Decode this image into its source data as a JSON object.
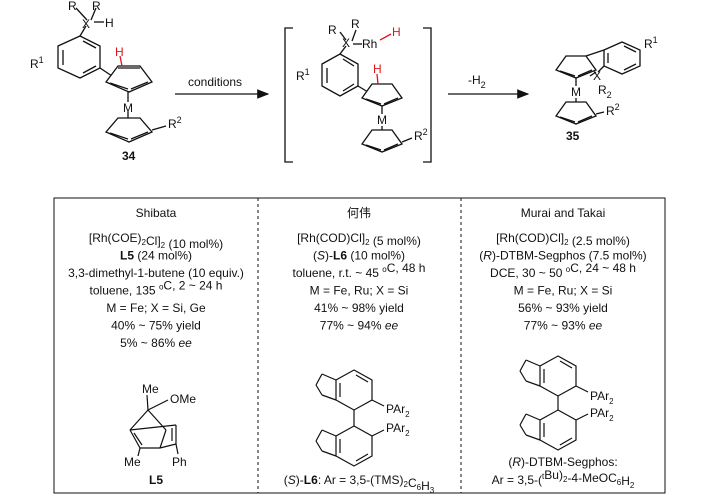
{
  "scheme": {
    "arrow_label": "conditions",
    "elim_label_prefix": "-H",
    "elim_label_sub": "2",
    "compound_start": "34",
    "compound_product": "35",
    "labels": {
      "R": "R",
      "X": "X",
      "H": "H",
      "R1": "R",
      "R1_sup": "1",
      "R2": "R",
      "R2_sup": "2",
      "M": "M",
      "Rh": "Rh",
      "R2_prod": "R",
      "R2_prod_sub": "2"
    }
  },
  "table": {
    "columns": [
      {
        "heading": "Shibata",
        "lines": [
          {
            "parts": [
              {
                "t": "[Rh(COE)"
              },
              {
                "t": "2",
                "sub": true
              },
              {
                "t": "Cl]"
              },
              {
                "t": "2",
                "sub": true
              },
              {
                "t": " (10 mol%)"
              }
            ]
          },
          {
            "parts": [
              {
                "t": "L5",
                "bold": true
              },
              {
                "t": " (24 mol%)"
              }
            ]
          },
          {
            "parts": [
              {
                "t": "3,3-dimethyl-1-butene (10 equiv.)"
              }
            ]
          },
          {
            "parts": [
              {
                "t": "toluene, 135 "
              },
              {
                "t": "o",
                "sup": true
              },
              {
                "t": "C, 2 ~ 24 h"
              }
            ]
          },
          {
            "parts": [
              {
                "t": "M = Fe; X = Si, Ge"
              }
            ]
          },
          {
            "parts": [
              {
                "t": "40% ~ 75% yield"
              }
            ]
          },
          {
            "parts": [
              {
                "t": "5% ~ 86% "
              },
              {
                "t": "ee",
                "ital": true
              }
            ]
          }
        ],
        "ligand_caption": [
          {
            "t": "L5",
            "bold": true
          }
        ],
        "ligand_labels": {
          "OMe": "OMe",
          "Me_top": "Me",
          "Me_bot": "Me",
          "Ph": "Ph"
        }
      },
      {
        "heading": "何伟",
        "lines": [
          {
            "parts": [
              {
                "t": "[Rh(COD)Cl]"
              },
              {
                "t": "2",
                "sub": true
              },
              {
                "t": " (5 mol%)"
              }
            ]
          },
          {
            "parts": [
              {
                "t": "("
              },
              {
                "t": "S",
                "ital": true
              },
              {
                "t": ")-"
              },
              {
                "t": "L6",
                "bold": true
              },
              {
                "t": " (10 mol%)"
              }
            ]
          },
          {
            "parts": [
              {
                "t": "toluene, r.t. ~ 45 "
              },
              {
                "t": "o",
                "sup": true
              },
              {
                "t": "C, 48 h"
              }
            ]
          },
          {
            "parts": [
              {
                "t": "M = Fe, Ru; X = Si"
              }
            ]
          },
          {
            "parts": [
              {
                "t": "41% ~ 98% yield"
              }
            ]
          },
          {
            "parts": [
              {
                "t": "77% ~ 94% "
              },
              {
                "t": "ee",
                "ital": true
              }
            ]
          }
        ],
        "ligand_caption": [
          {
            "t": "("
          },
          {
            "t": "S",
            "ital": true
          },
          {
            "t": ")-"
          },
          {
            "t": "L6",
            "bold": true
          },
          {
            "t": ": Ar = 3,5-(TMS)"
          },
          {
            "t": "2",
            "sub": true
          },
          {
            "t": "C"
          },
          {
            "t": "6",
            "sub": true
          },
          {
            "t": "H"
          },
          {
            "t": "3",
            "sub": true
          }
        ],
        "ligand_labels": {
          "PAr2_a": "PAr",
          "PAr2_a_sub": "2",
          "PAr2_b": "PAr",
          "PAr2_b_sub": "2"
        }
      },
      {
        "heading": "Murai and Takai",
        "lines": [
          {
            "parts": [
              {
                "t": "[Rh(COD)Cl]"
              },
              {
                "t": "2",
                "sub": true
              },
              {
                "t": " (2.5 mol%)"
              }
            ]
          },
          {
            "parts": [
              {
                "t": "("
              },
              {
                "t": "R",
                "ital": true
              },
              {
                "t": ")-DTBM-Segphos (7.5 mol%)"
              }
            ]
          },
          {
            "parts": [
              {
                "t": "DCE, 30 ~ 50 "
              },
              {
                "t": "o",
                "sup": true
              },
              {
                "t": "C, 24 ~ 48 h"
              }
            ]
          },
          {
            "parts": [
              {
                "t": "M = Fe, Ru; X = Si"
              }
            ]
          },
          {
            "parts": [
              {
                "t": "56% ~ 93% yield"
              }
            ]
          },
          {
            "parts": [
              {
                "t": "77% ~ 93% "
              },
              {
                "t": "ee",
                "ital": true
              }
            ]
          }
        ],
        "ligand_caption": [
          {
            "t": "("
          },
          {
            "t": "R",
            "ital": true
          },
          {
            "t": ")-DTBM-Segphos:"
          }
        ],
        "ligand_caption2": [
          {
            "t": "Ar = 3,5-("
          },
          {
            "t": "t",
            "sup": true
          },
          {
            "t": "Bu)"
          },
          {
            "t": "2",
            "sub": true
          },
          {
            "t": "-4-MeOC"
          },
          {
            "t": "6",
            "sub": true
          },
          {
            "t": "H"
          },
          {
            "t": "2",
            "sub": true
          }
        ],
        "ligand_labels": {
          "PAr2_a": "PAr",
          "PAr2_a_sub": "2",
          "PAr2_b": "PAr",
          "PAr2_b_sub": "2"
        }
      }
    ]
  }
}
